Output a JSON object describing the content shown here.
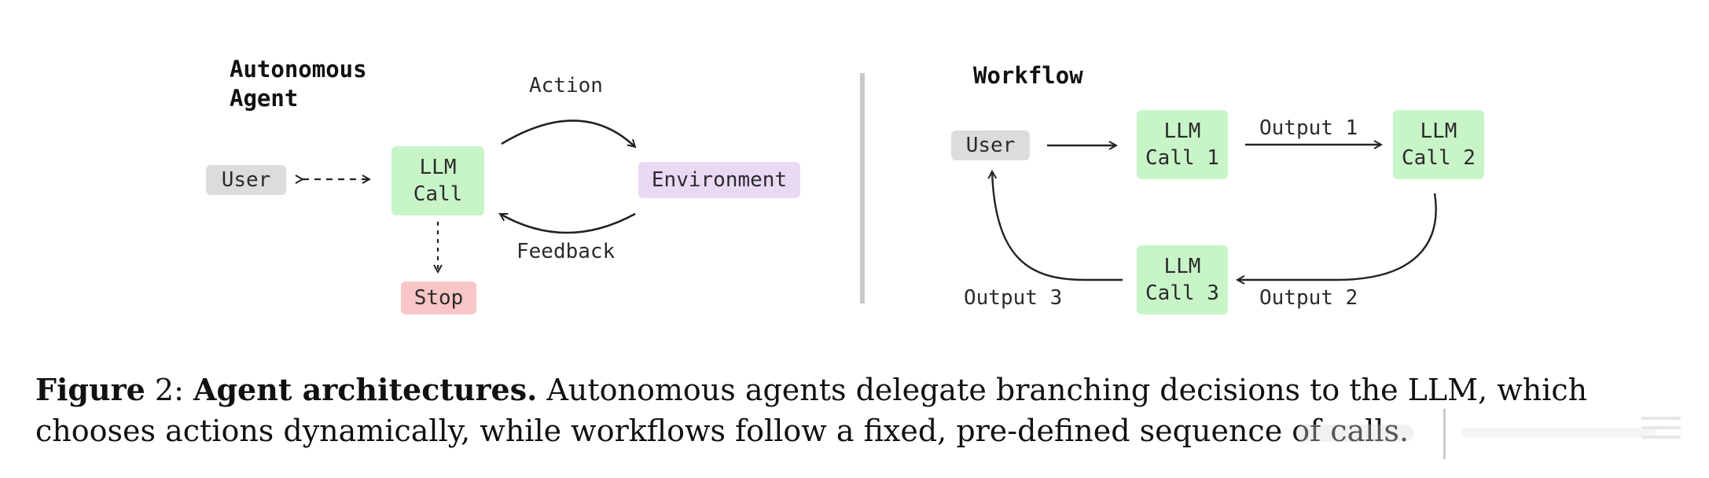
{
  "autonomous_agent": {
    "heading": "Autonomous\nAgent",
    "user": "User",
    "llm_call": "LLM\nCall",
    "environment": "Environment",
    "stop": "Stop",
    "action_label": "Action",
    "feedback_label": "Feedback"
  },
  "workflow": {
    "heading": "Workflow",
    "user": "User",
    "llm_call_1": "LLM\nCall 1",
    "llm_call_2": "LLM\nCall 2",
    "llm_call_3": "LLM\nCall 3",
    "output_1": "Output 1",
    "output_2": "Output 2",
    "output_3": "Output 3"
  },
  "caption": {
    "figure_label": "Figure",
    "figure_number": "2:",
    "bold_title": "Agent architectures.",
    "text": "Autonomous agents delegate branching decisions to the LLM, which chooses actions dynamically, while workflows follow a fixed, pre-defined sequence of calls."
  },
  "colors": {
    "user_box": "#dcdcdc",
    "llm_box": "#c8f5c8",
    "environment_box": "#ead9f5",
    "stop_box": "#f8c6c6",
    "divider": "#c8c8c8",
    "arrow": "#222222"
  }
}
